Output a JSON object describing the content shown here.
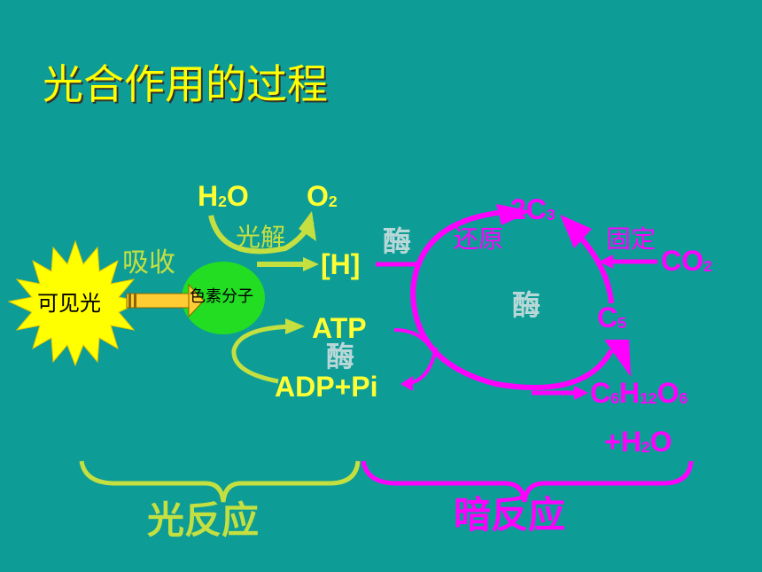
{
  "title": "光合作用的过程",
  "sun_label": "可见光",
  "absorb_label": "吸收",
  "pigment_label": "色素分子",
  "h2o": {
    "main": "H",
    "sub": "2",
    "tail": "O"
  },
  "o2": {
    "main": "O",
    "sub": "2"
  },
  "photolysis_label": "光解",
  "h_label": "[H]",
  "atp_label": "ATP",
  "adp_label": "ADP+Pi",
  "enzyme_label": "酶",
  "reduction_label": "还原",
  "c3": {
    "prefix": "2C",
    "sub": "3"
  },
  "fixation_label": "固定",
  "co2": {
    "main": "CO",
    "sub": "2"
  },
  "c5": {
    "main": "C",
    "sub": "5"
  },
  "glucose": {
    "c": "C",
    "c_sub": "6",
    "h": "H",
    "h_sub": "12",
    "o": "O",
    "o_sub": "6"
  },
  "water_out": {
    "prefix": "+H",
    "sub": "2",
    "tail": "O"
  },
  "light_reaction_label": "光反应",
  "dark_reaction_label": "暗反应",
  "colors": {
    "background": "#0e9c96",
    "title": "#ffff00",
    "light": "#c4e040",
    "dark": "#ff00ff",
    "sun": "#ffff00",
    "pigment": "#22dd22"
  }
}
